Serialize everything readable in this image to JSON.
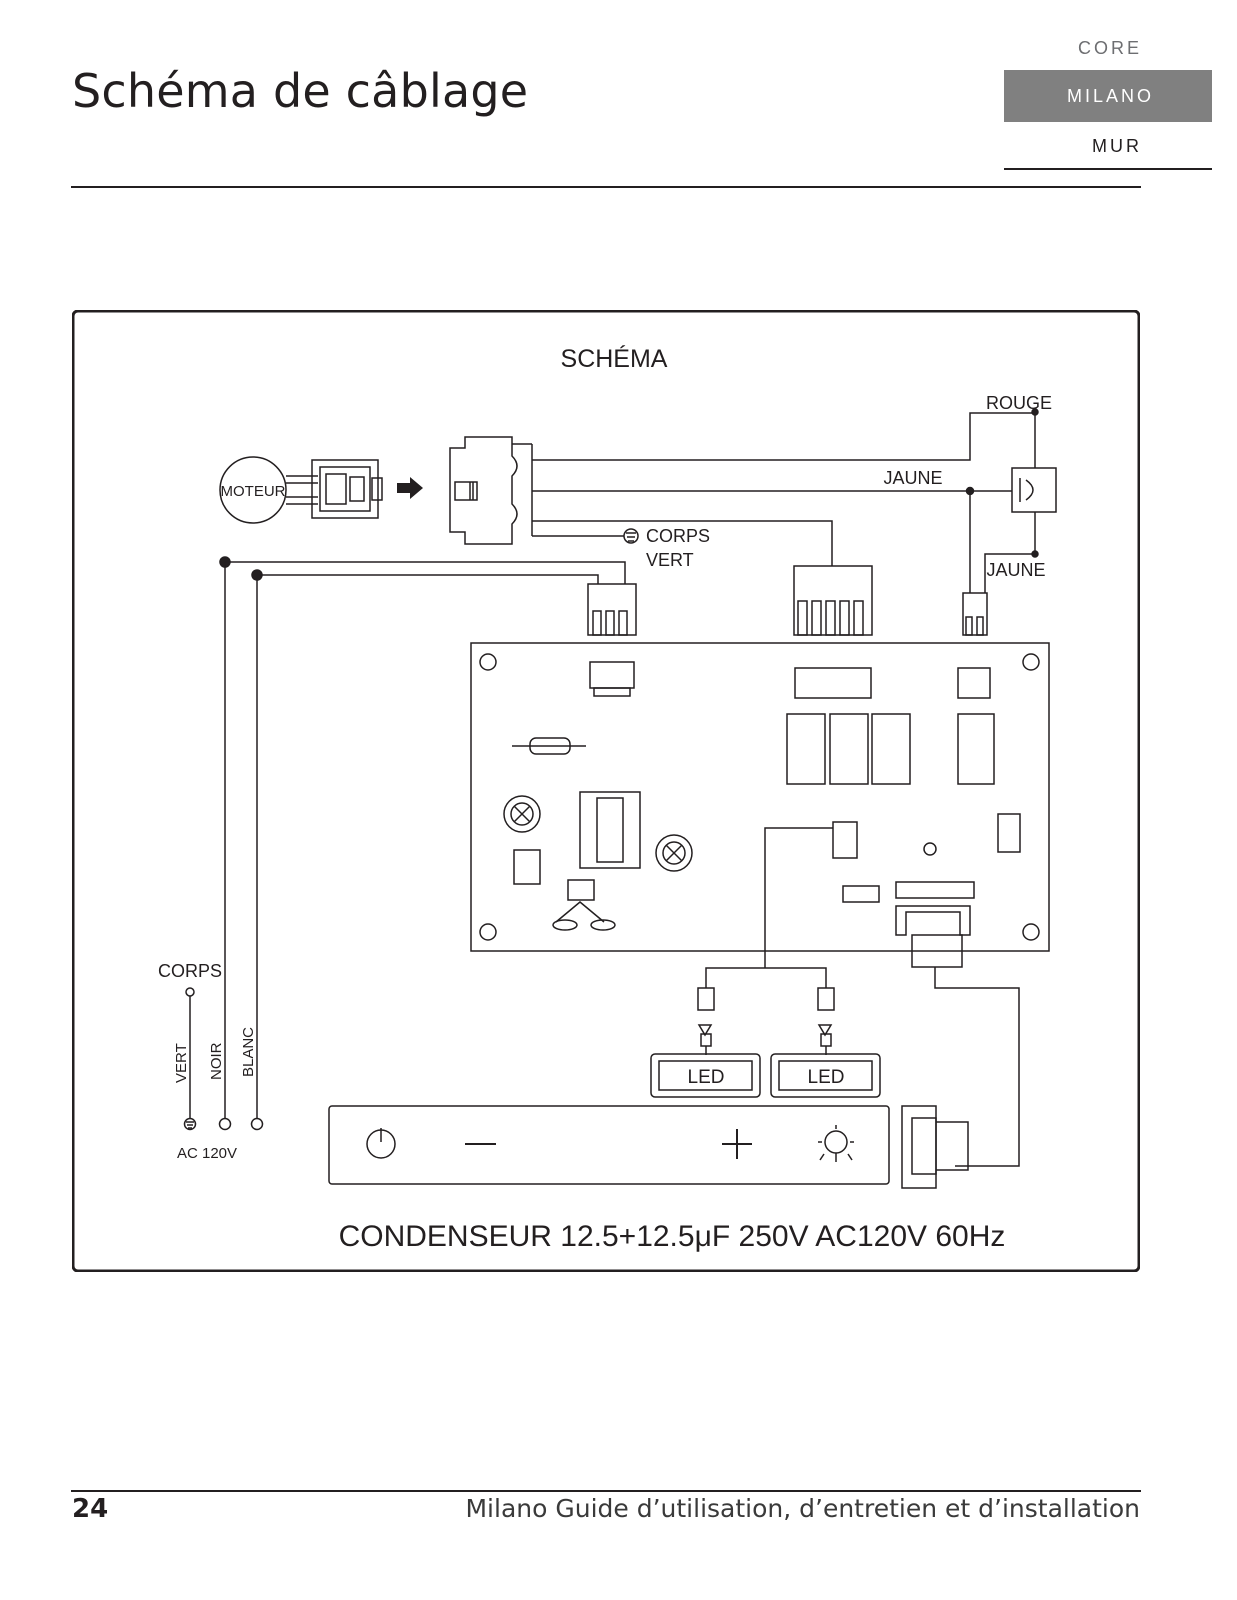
{
  "header": {
    "title": "Schéma de câblage",
    "tabs": [
      {
        "label": "CORE",
        "active": false
      },
      {
        "label": "MILANO",
        "active": true
      },
      {
        "label": "MUR",
        "active": false
      }
    ]
  },
  "diagram": {
    "title": "SCHÉMA",
    "labels": {
      "motor": "MOTEUR",
      "red": "ROUGE",
      "yellow_top": "JAUNE",
      "yellow_bottom": "JAUNE",
      "ground_corps": "CORPS",
      "ground_vert": "VERT",
      "supply_corps": "CORPS",
      "wire_vert": "VERT",
      "wire_noir": "NOIR",
      "wire_blanc": "BLANC",
      "supply_voltage": "AC 120V",
      "led_left": "LED",
      "led_right": "LED"
    },
    "caption": "CONDENSEUR 12.5+12.5μF 250V  AC120V 60Hz"
  },
  "footer": {
    "page_number": "24",
    "title": "Milano Guide d’utilisation, d’entretien et d’installation"
  }
}
